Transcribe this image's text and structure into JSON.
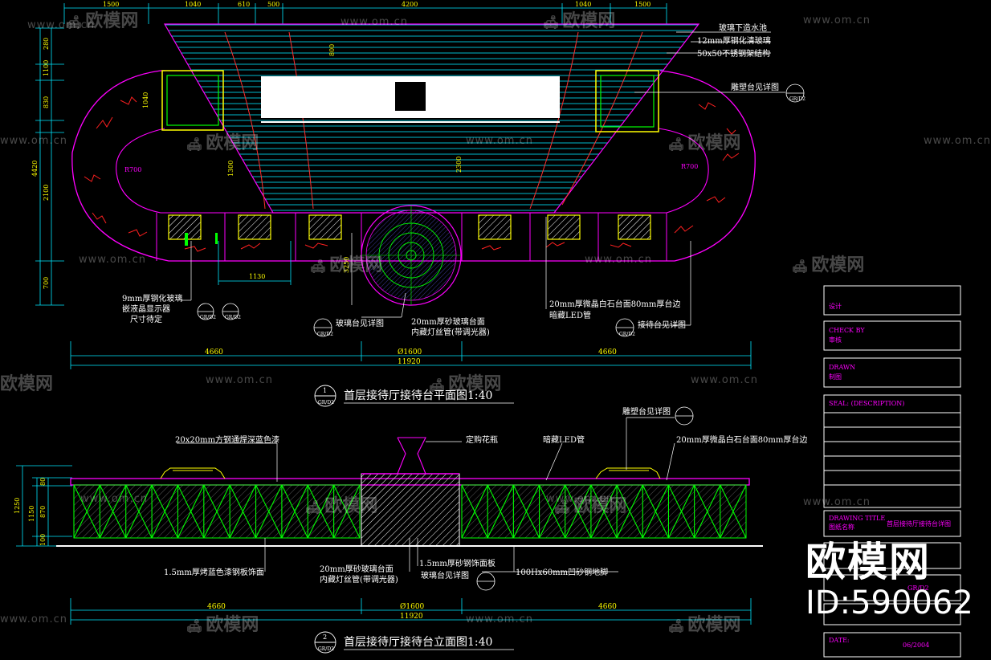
{
  "plan": {
    "title": "首层接待厅接待台平面图1:40",
    "view_ref_num": "1",
    "view_ref_sheet": "GR/D2",
    "notes": {
      "pool": "玻璃下造水池",
      "glass": "12mm厚钢化清玻璃",
      "frame": "50x50不锈钢架结构",
      "sculpture": "雕塑台见详图",
      "screen": "9mm厚钢化玻璃",
      "screen2": "嵌液晶显示器",
      "screen3": "尺寸待定",
      "glass_table": "玻璃台见详图",
      "sand_glass": "20mm厚砂玻璃台面",
      "led_tube": "内藏灯丝管(带调光器)",
      "stone_top": "20mm厚微晶白石台面80mm厚台边",
      "hidden_led": "暗藏LED管",
      "reception": "接待台见详图"
    },
    "dims": {
      "left": "4660",
      "right": "4660",
      "center": "Ø1600",
      "total": "11920",
      "seg": "1130",
      "r_left": "R700",
      "r_right": "R700",
      "top": [
        "1500",
        "1040",
        "610",
        "500",
        "4200",
        "1040",
        "1500"
      ],
      "left_side": [
        "280",
        "1100",
        "830",
        "4420",
        "2100",
        "700"
      ],
      "inner": [
        "1040",
        "800",
        "1300",
        "2300",
        "3250"
      ]
    },
    "callouts": [
      "GR/D2",
      "GR/D2",
      "GR/D2",
      "GR/D2",
      "GR/D2"
    ]
  },
  "elevation": {
    "title": "首层接待厅接待台立面图1:40",
    "view_ref_num": "2",
    "view_ref_sheet": "GR/D2",
    "notes": {
      "tube": "20x20mm方钢通焊深蓝色漆",
      "custom": "定购花瓶",
      "hidden_led": "暗藏LED管",
      "sculpture": "雕塑台见详图",
      "stone": "20mm厚微晶白石台面80mm厚台边",
      "panel": "1.5mm厚烤蓝色漆钢板饰面",
      "sand_glass": "20mm厚砂玻璃台面",
      "led_tube": "内藏灯丝管(带调光器)",
      "steel": "1.5mm厚砂钢饰面板",
      "glass_table": "玻璃台见详图",
      "skirting": "100Hx60mm凹砂钢地脚"
    },
    "dims": {
      "left": "4660",
      "right": "4660",
      "center": "Ø1600",
      "total": "11920",
      "height": [
        "1250",
        "1150",
        "870",
        "80",
        "100"
      ]
    }
  },
  "titleblock": {
    "design": "设计",
    "check_by": "CHECK BY",
    "check_cn": "审核",
    "drawn": "DRAWN",
    "drawn_cn": "制图",
    "seal": "SEAL: (DESCRIPTION)",
    "drawing_title": "DRAWING TITLE",
    "drawing_title_cn": "图纸名称",
    "drawing_title_value": "首层接待厅接待台详图",
    "sheet_value": "GR/D2",
    "date": "DATE:",
    "date_value": "06/2004"
  },
  "watermark": {
    "url": "www.om.cn",
    "logo": "欧模网",
    "brand": "欧模网",
    "id": "ID:590062"
  },
  "colors": {
    "magenta": "#ff00ff",
    "green": "#00ff00",
    "yellow": "#ffff00",
    "red": "#ff2020",
    "white": "#ffffff",
    "cyan": "#00e0ff"
  }
}
